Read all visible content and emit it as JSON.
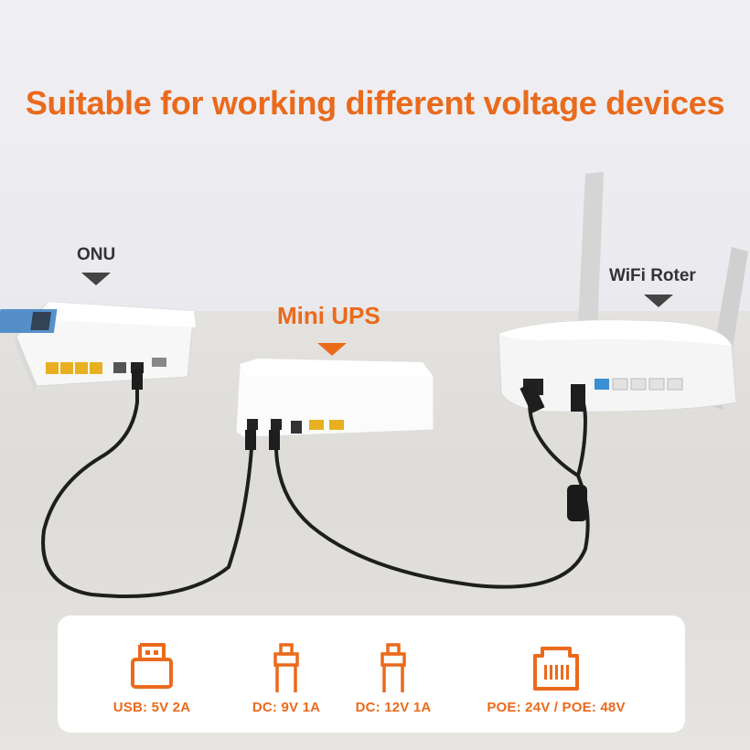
{
  "headline": "Suitable for working different voltage devices",
  "devices": {
    "onu": "ONU",
    "mini_ups": "Mini UPS",
    "router": "WiFi Roter"
  },
  "specs": [
    {
      "icon": "usb-icon",
      "label": "USB: 5V 2A"
    },
    {
      "icon": "dc-plug-icon",
      "label": "DC: 9V 1A"
    },
    {
      "icon": "dc-plug-icon",
      "label": "DC: 12V 1A"
    },
    {
      "icon": "ethernet-port-icon",
      "label": "POE: 24V / POE: 48V"
    }
  ],
  "colors": {
    "accent": "#ea6a1c",
    "dark_label": "#333333",
    "port_yellow": "#e8b021",
    "port_blue": "#3a8fd6"
  }
}
